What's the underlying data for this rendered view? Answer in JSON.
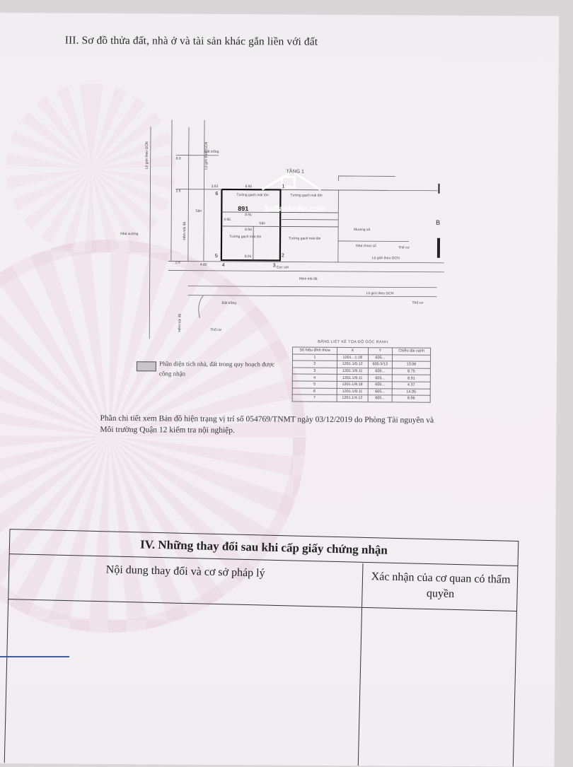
{
  "header": {
    "section_title": "III. Sơ đồ thửa đất, nhà ở và tài sản khác gắn liền với đất"
  },
  "plan": {
    "floor_label": "TẦNG 1",
    "parcel_number": "891",
    "compass_label": "B",
    "labels": {
      "road_top": "Lộ giới theo GCN",
      "road_vertical": "Lộ giới theo GCN",
      "land_empty": "Đất trống",
      "house_nearby": "Nhà xưởng",
      "alley": "Hẻm trải đá",
      "alley_bottom": "Hẻm trải đá",
      "san": "Sân",
      "san2": "Sân",
      "brick_roof_1": "Tường gạch mái tôn",
      "brick_roof_2": "Tường gạch mái tôn",
      "brick_roof_3": "Tường gạch mái tôn",
      "brick_roof_4": "Tường gạch mái tôn",
      "neighbor_house": "Nhà chưa số",
      "tho_cu_1": "Thổ cư",
      "tho_cu_2": "Thổ cư",
      "tho_cu_3": "Thổ cư",
      "coc_soi": "Cọc sởi",
      "mang_xa": "Mương xả",
      "road_gcn_right": "Lộ giới theo GCN",
      "road_gcn_bottom": "Lộ giới theo GCN",
      "dat_trong_2": "Đất trống",
      "hem_bottom": "Hẻm trải đá"
    },
    "dims": {
      "d1": "8.0",
      "d2": "3.63",
      "d3": "2.6",
      "d4": "8.95",
      "d5": "8.94",
      "d6": "4.95",
      "d7": "8.91",
      "d8": "2.6",
      "d9": "4.80",
      "d10": "8.91"
    },
    "vertices": [
      "6",
      "5",
      "4",
      "3",
      "2",
      "1"
    ]
  },
  "legend": {
    "text": "Phần diện tích nhà, đất trong quy hoạch được công nhận"
  },
  "coord_table": {
    "title": "BẢNG LIỆT KÊ TỌA ĐỘ GÓC RANH",
    "headers": [
      "Số hiệu đỉnh thửa",
      "X",
      "Y",
      "Chiều dài cạnh"
    ],
    "rows": [
      [
        "1",
        "1201...1.18",
        "605...",
        ""
      ],
      [
        "2",
        "1201.1/0.12",
        "605.5/13",
        "13.06"
      ],
      [
        "3",
        "1201.1/9.11",
        "605...",
        "8.75"
      ],
      [
        "4",
        "1201.1/9.11",
        "605...",
        "8.91"
      ],
      [
        "5",
        "1201.1/9.18",
        "605...",
        "4.37"
      ],
      [
        "6",
        "1201.1/9.11",
        "605...",
        "14.95"
      ],
      [
        "7",
        "1201.1/4.12",
        "605...",
        "8.96"
      ]
    ]
  },
  "note": {
    "text": "Phần chi tiết xem Bản đồ hiện trạng vị trí số 054769/TNMT ngày 03/12/2019 do Phòng Tài nguyên và Môi trường Quận 12 kiểm tra nội nghiệp."
  },
  "changes": {
    "title": "IV. Những thay đổi sau khi cấp giấy chứng nhận",
    "col_left": "Nội dung thay đổi và cơ sở pháp lý",
    "col_right": "Xác nhận của cơ quan có thẩm quyền"
  },
  "watermark": {
    "text": "SoSanhNha.com"
  },
  "colors": {
    "paper": "#f2eef2",
    "ink": "#2a2a2a",
    "seal": "#d296af",
    "pen": "#3a5ea8"
  }
}
